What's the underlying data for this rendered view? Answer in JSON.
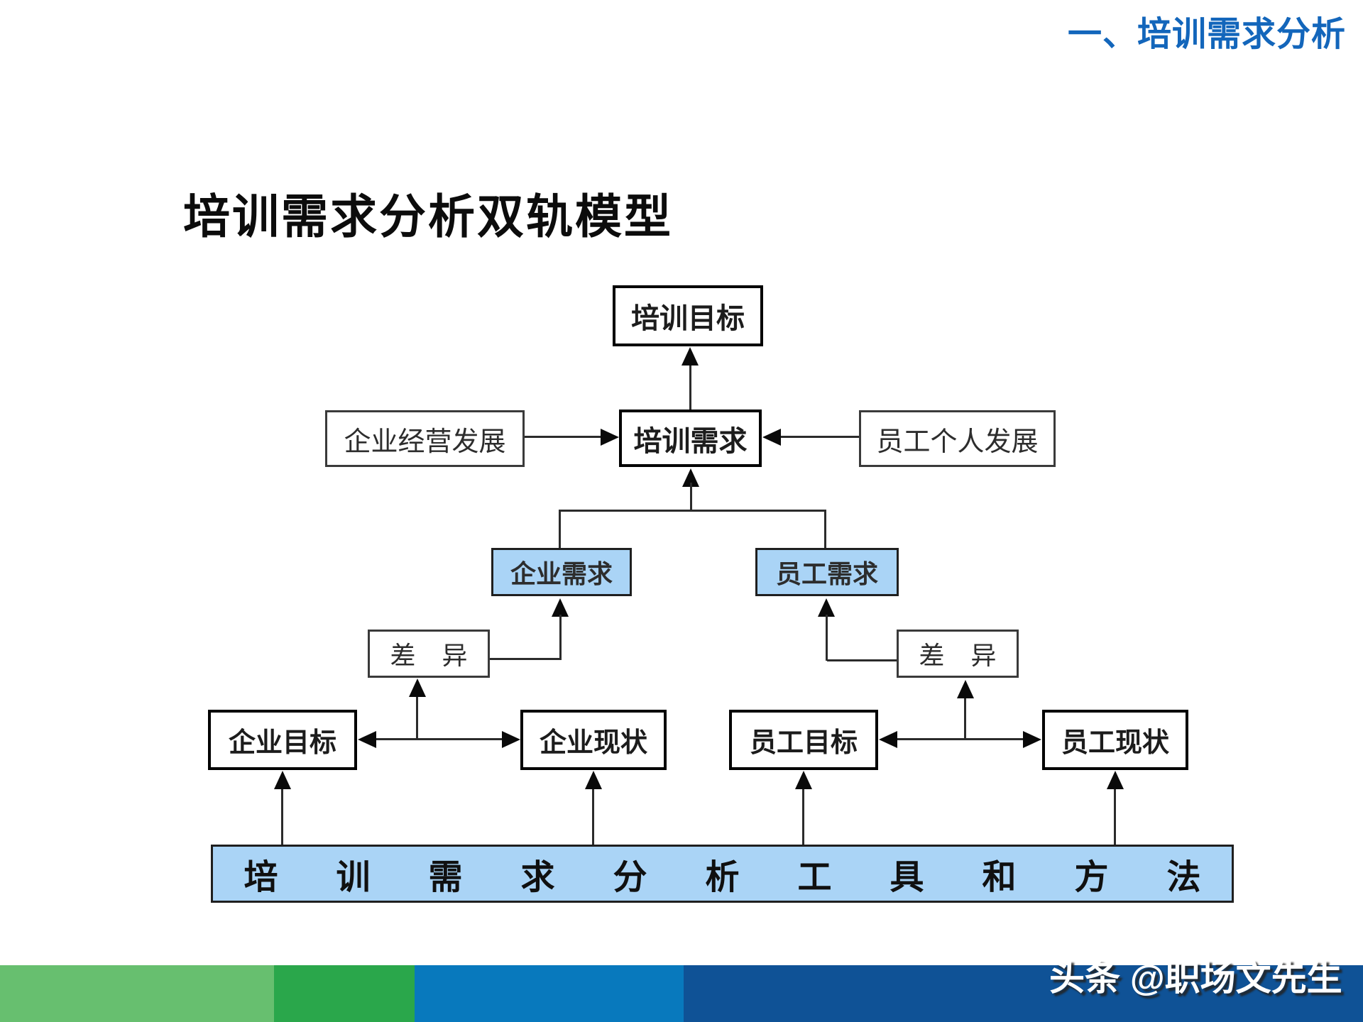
{
  "slide": {
    "section_header": "一、培训需求分析",
    "title": "培训需求分析双轨模型"
  },
  "diagram": {
    "nodes": {
      "training_goal": "培训目标",
      "business_development": "企业经营发展",
      "training_need": "培训需求",
      "employee_development": "员工个人发展",
      "enterprise_need": "企业需求",
      "employee_need": "员工需求",
      "gap_left": "差 异",
      "gap_right": "差 异",
      "enterprise_goal": "企业目标",
      "enterprise_status": "企业现状",
      "employee_goal": "员工目标",
      "employee_status": "员工现状",
      "tools_bar": "培训需求分析工具和方法"
    },
    "edges": [
      {
        "from": "培训需求",
        "to": "培训目标",
        "style": "arrow"
      },
      {
        "from": "企业经营发展",
        "to": "培训需求",
        "style": "arrow"
      },
      {
        "from": "员工个人发展",
        "to": "培训需求",
        "style": "arrow"
      },
      {
        "from": "企业需求",
        "to": "培训需求",
        "style": "arrow"
      },
      {
        "from": "员工需求",
        "to": "培训需求",
        "style": "arrow"
      },
      {
        "from": "差 异(左)",
        "to": "企业需求",
        "style": "arrow"
      },
      {
        "from": "差 异(右)",
        "to": "员工需求",
        "style": "arrow"
      },
      {
        "from": "企业目标",
        "to": "企业现状",
        "style": "double-arrow"
      },
      {
        "from": "员工目标",
        "to": "员工现状",
        "style": "double-arrow"
      },
      {
        "from": "企业目标-企业现状比较",
        "to": "差 异(左)",
        "style": "arrow"
      },
      {
        "from": "员工目标-员工现状比较",
        "to": "差 异(右)",
        "style": "arrow"
      },
      {
        "from": "培训需求分析工具和方法",
        "to": "企业目标",
        "style": "arrow"
      },
      {
        "from": "培训需求分析工具和方法",
        "to": "企业现状",
        "style": "arrow"
      },
      {
        "from": "培训需求分析工具和方法",
        "to": "员工目标",
        "style": "arrow"
      },
      {
        "from": "培训需求分析工具和方法",
        "to": "员工现状",
        "style": "arrow"
      }
    ],
    "colors": {
      "box_fill_blue": "#aad4f6",
      "box_border": "#000000",
      "line": "#2b2b2b"
    }
  },
  "footer": {
    "watermark": "头条 @职场文先生",
    "bar_colors": [
      "#67bf6f",
      "#2aa74b",
      "#0879bd",
      "#0f5296"
    ],
    "header_blue": "#1366bb"
  }
}
